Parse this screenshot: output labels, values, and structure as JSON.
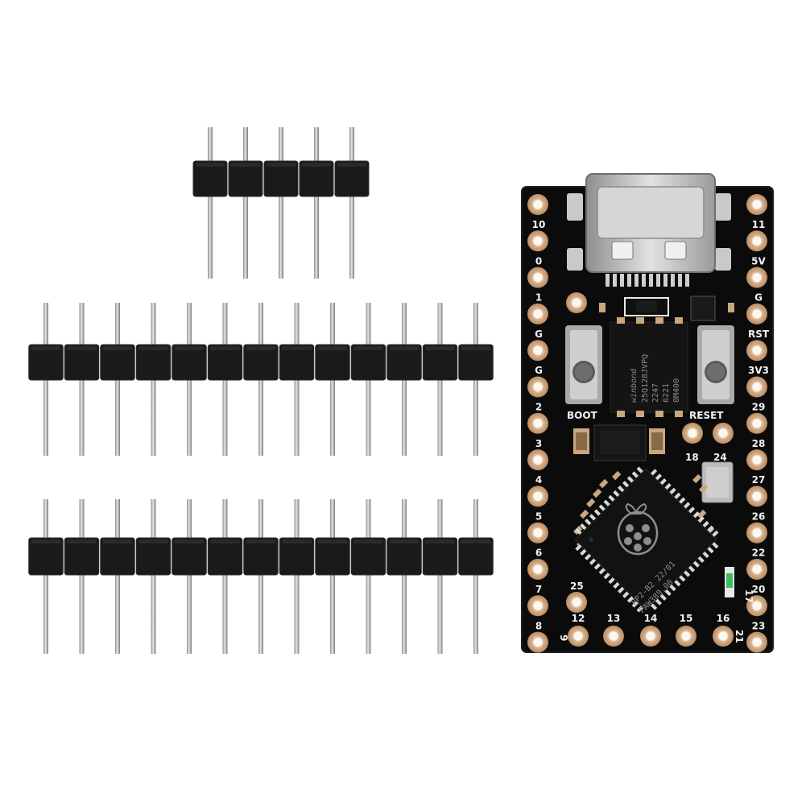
{
  "board": {
    "left_pins": [
      "10",
      "0",
      "1",
      "G",
      "G",
      "2",
      "3",
      "4",
      "5",
      "6",
      "7",
      "8"
    ],
    "right_pins": [
      "11",
      "5V",
      "G",
      "RST",
      "3V3",
      "29",
      "28",
      "27",
      "26",
      "22",
      "20",
      "23"
    ],
    "inner_labels": [
      "18",
      "24",
      "25",
      "17",
      "21",
      "9"
    ],
    "bottom_pins": [
      "12",
      "13",
      "14",
      "15",
      "16"
    ],
    "boot_label": "BOOT",
    "reset_label": "RESET",
    "flash_chip": {
      "brand": "winbond",
      "line1": "25Q128JVPQ",
      "line2": "2247",
      "line3": "6221",
      "line4": "8M400"
    },
    "mcu": {
      "line1": "RP2-B2  22/01",
      "line2": "PAW389.00"
    }
  },
  "colors": {
    "pcb": "#0b0b0b",
    "pad": "#d8b08a",
    "header_plastic": "#1a1a1a",
    "pin_metal": "#b8b8b8"
  }
}
